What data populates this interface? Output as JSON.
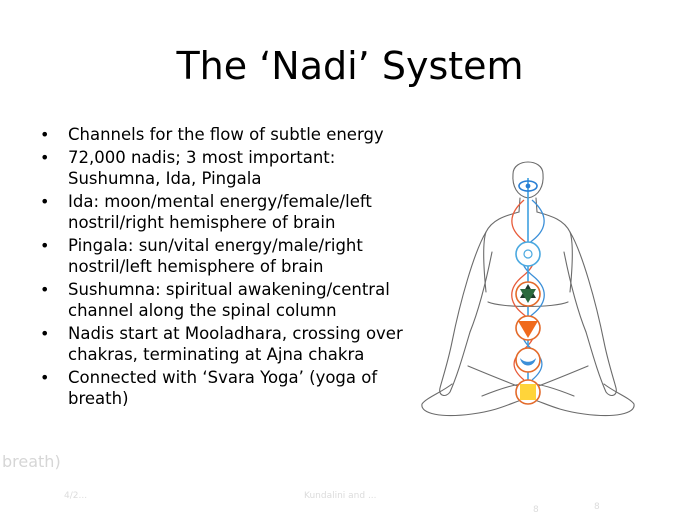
{
  "slide": {
    "title": "The ‘Nadi’ System",
    "bullets": [
      "Channels for the flow of subtle energy",
      "72,000 nadis; 3 most important: Sushumna, Ida, Pingala",
      "Ida: moon/mental energy/female/left nostril/right hemisphere of brain",
      "Pingala: sun/vital energy/male/right nostril/left hemisphere of brain",
      "Sushumna: spiritual awakening/central channel along the spinal column",
      "Nadis start at Mooladhara, crossing over chakras, terminating at Ajna chakra",
      "Connected with ‘Svara Yoga’ (yoga of breath)"
    ],
    "bullet_char": "•",
    "ghost_text": "breath)",
    "footer_left": "4/2...",
    "footer_center": "Kundalini and ...",
    "footer_right_a": "8",
    "footer_right_b": "8"
  },
  "figure": {
    "chakra_colors": {
      "ajna": "#2a7fd4",
      "throat": "#4aa8e0",
      "heart": "#2b6a3d",
      "manipura": "#f06a1c",
      "svadhisthana": "#f07a20",
      "muladhara": "#ffd43a",
      "ring": "#e36a2a"
    }
  }
}
